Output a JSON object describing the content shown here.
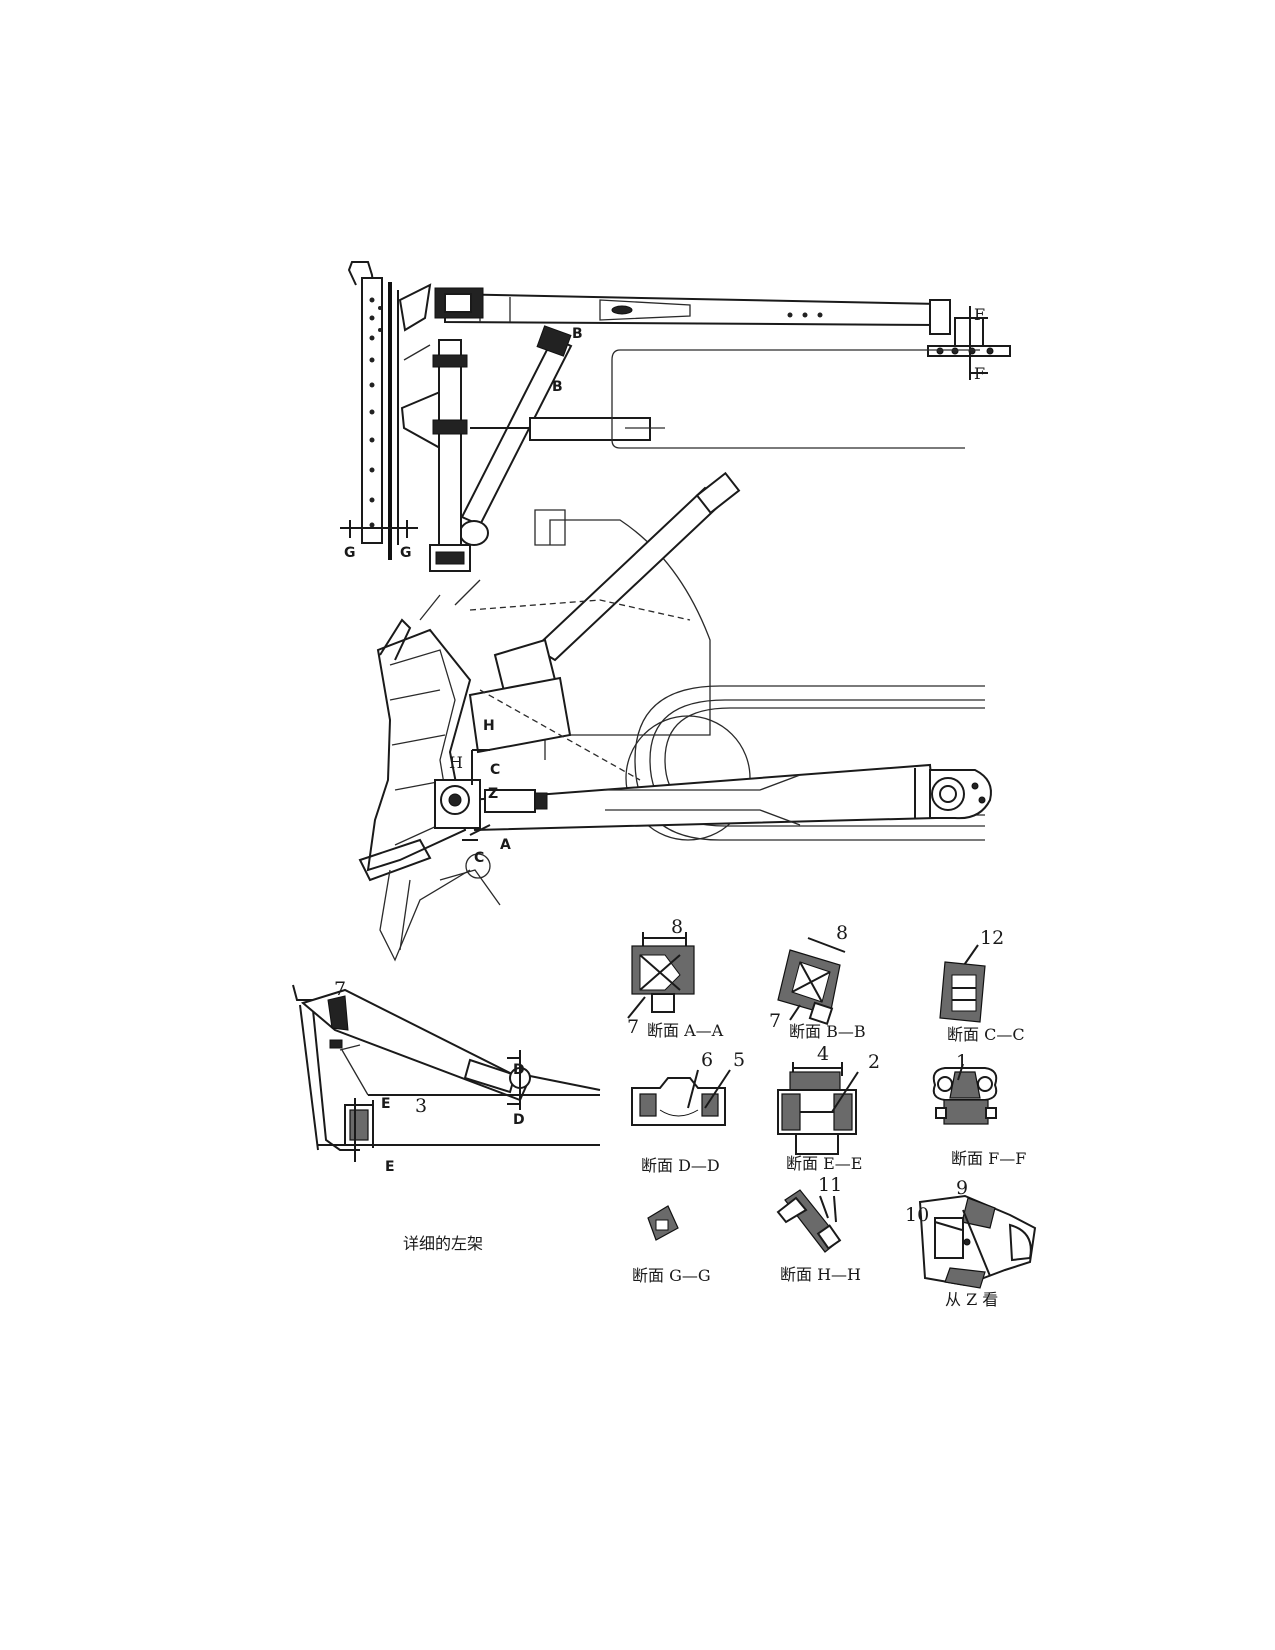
{
  "cut_labels": {
    "top_F1": "F",
    "top_F2": "F",
    "top_B1": "B",
    "top_B2": "B",
    "top_G1": "G",
    "top_G2": "G",
    "mid_H_bold": "H",
    "mid_H_serif": "H",
    "mid_C1": "C",
    "mid_C2": "C",
    "mid_Z": "Z",
    "mid_A": "A",
    "left_D1": "D",
    "left_D2": "D",
    "left_E1": "E",
    "left_E2": "E"
  },
  "part_numbers": {
    "n7_left": "7",
    "n3": "3",
    "n8_aa": "8",
    "n7_aa": "7",
    "n8_bb": "8",
    "n7_bb": "7",
    "n12": "12",
    "n6": "6",
    "n5": "5",
    "n4": "4",
    "n2": "2",
    "n1": "1",
    "n11": "11",
    "n9": "9",
    "n10": "10"
  },
  "captions": {
    "detail_left_frame": "详细的左架",
    "section_aa": "断面 A—A",
    "section_bb": "断面 B—B",
    "section_cc": "断面 C—C",
    "section_dd": "断面 D—D",
    "section_ee": "断面 E—E",
    "section_ff": "断面 F—F",
    "section_gg": "断面 G—G",
    "section_hh": "断面 H—H",
    "view_z": "从 Z 看"
  }
}
